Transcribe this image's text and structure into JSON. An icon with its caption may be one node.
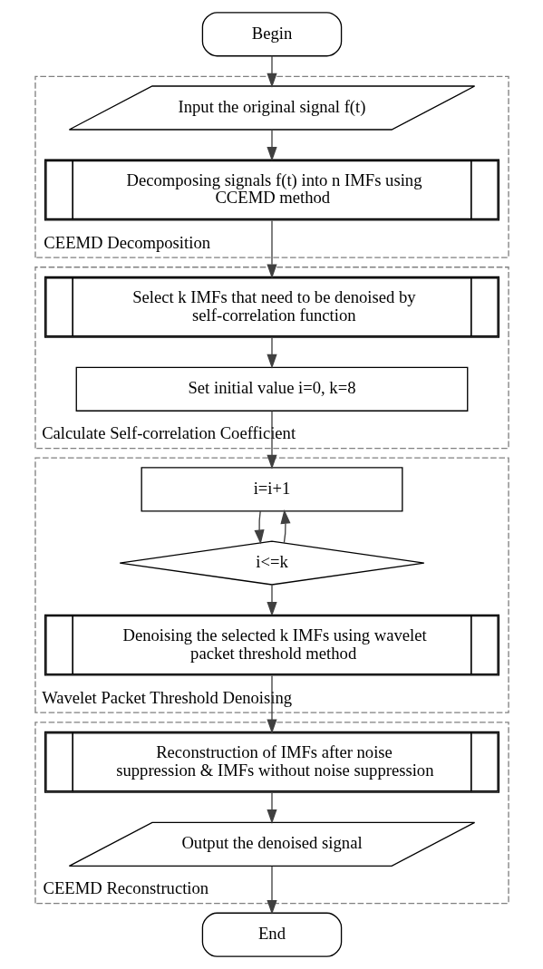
{
  "diagram": {
    "nodes": [
      {
        "text": [
          "Begin"
        ]
      },
      {
        "text": [
          "CEEMD Decomposition"
        ]
      },
      {
        "text": [
          "Input the original signal f(t)"
        ],
        "in": 1
      },
      {
        "text": [
          "Decomposing signals f(t) into n IMFs using CCEMD method"
        ],
        "in": 1
      },
      {
        "text": [
          "Calculate Self-correlation Coefficient"
        ]
      },
      {
        "text": [
          "Select k IMFs that need to be denoised by self-correlation function"
        ],
        "in": 4
      },
      {
        "text": [
          "Set initial value i=0, k=8"
        ],
        "in": 4
      },
      {
        "text": [
          "Wavelet Packet Threshold Denoising"
        ]
      },
      {
        "text": [
          "i=i+1"
        ],
        "in": 7
      },
      {
        "text": [
          "i<=k"
        ],
        "in": 7
      },
      {
        "text": [
          "Denoising the selected k IMFs using wavelet packet threshold method"
        ],
        "in": 7
      },
      {
        "text": [
          "CEEMD Reconstruction"
        ]
      },
      {
        "text": [
          "Reconstruction of IMFs after noise suppression & IMFs without noise suppression"
        ],
        "in": 11
      },
      {
        "text": [
          "Output the denoised signal"
        ],
        "in": 11
      },
      {
        "text": [
          "End"
        ]
      }
    ],
    "edges": [
      {
        "from": 0,
        "to": 2,
        "arrow": "to"
      },
      {
        "from": 2,
        "to": 3,
        "arrow": "to"
      },
      {
        "from": 3,
        "to": 5,
        "arrow": "to"
      },
      {
        "from": 5,
        "to": 6,
        "arrow": "to"
      },
      {
        "from": 6,
        "to": 8,
        "arrow": "to"
      },
      {
        "from": 8,
        "to": 9,
        "arrow": "to"
      },
      {
        "from": 9,
        "to": 8,
        "arrow": "to"
      },
      {
        "from": 9,
        "to": 10,
        "arrow": "to"
      },
      {
        "from": 10,
        "to": 12,
        "arrow": "to"
      },
      {
        "from": 12,
        "to": 13,
        "arrow": "to"
      },
      {
        "from": 13,
        "to": 14,
        "arrow": "to"
      }
    ]
  }
}
